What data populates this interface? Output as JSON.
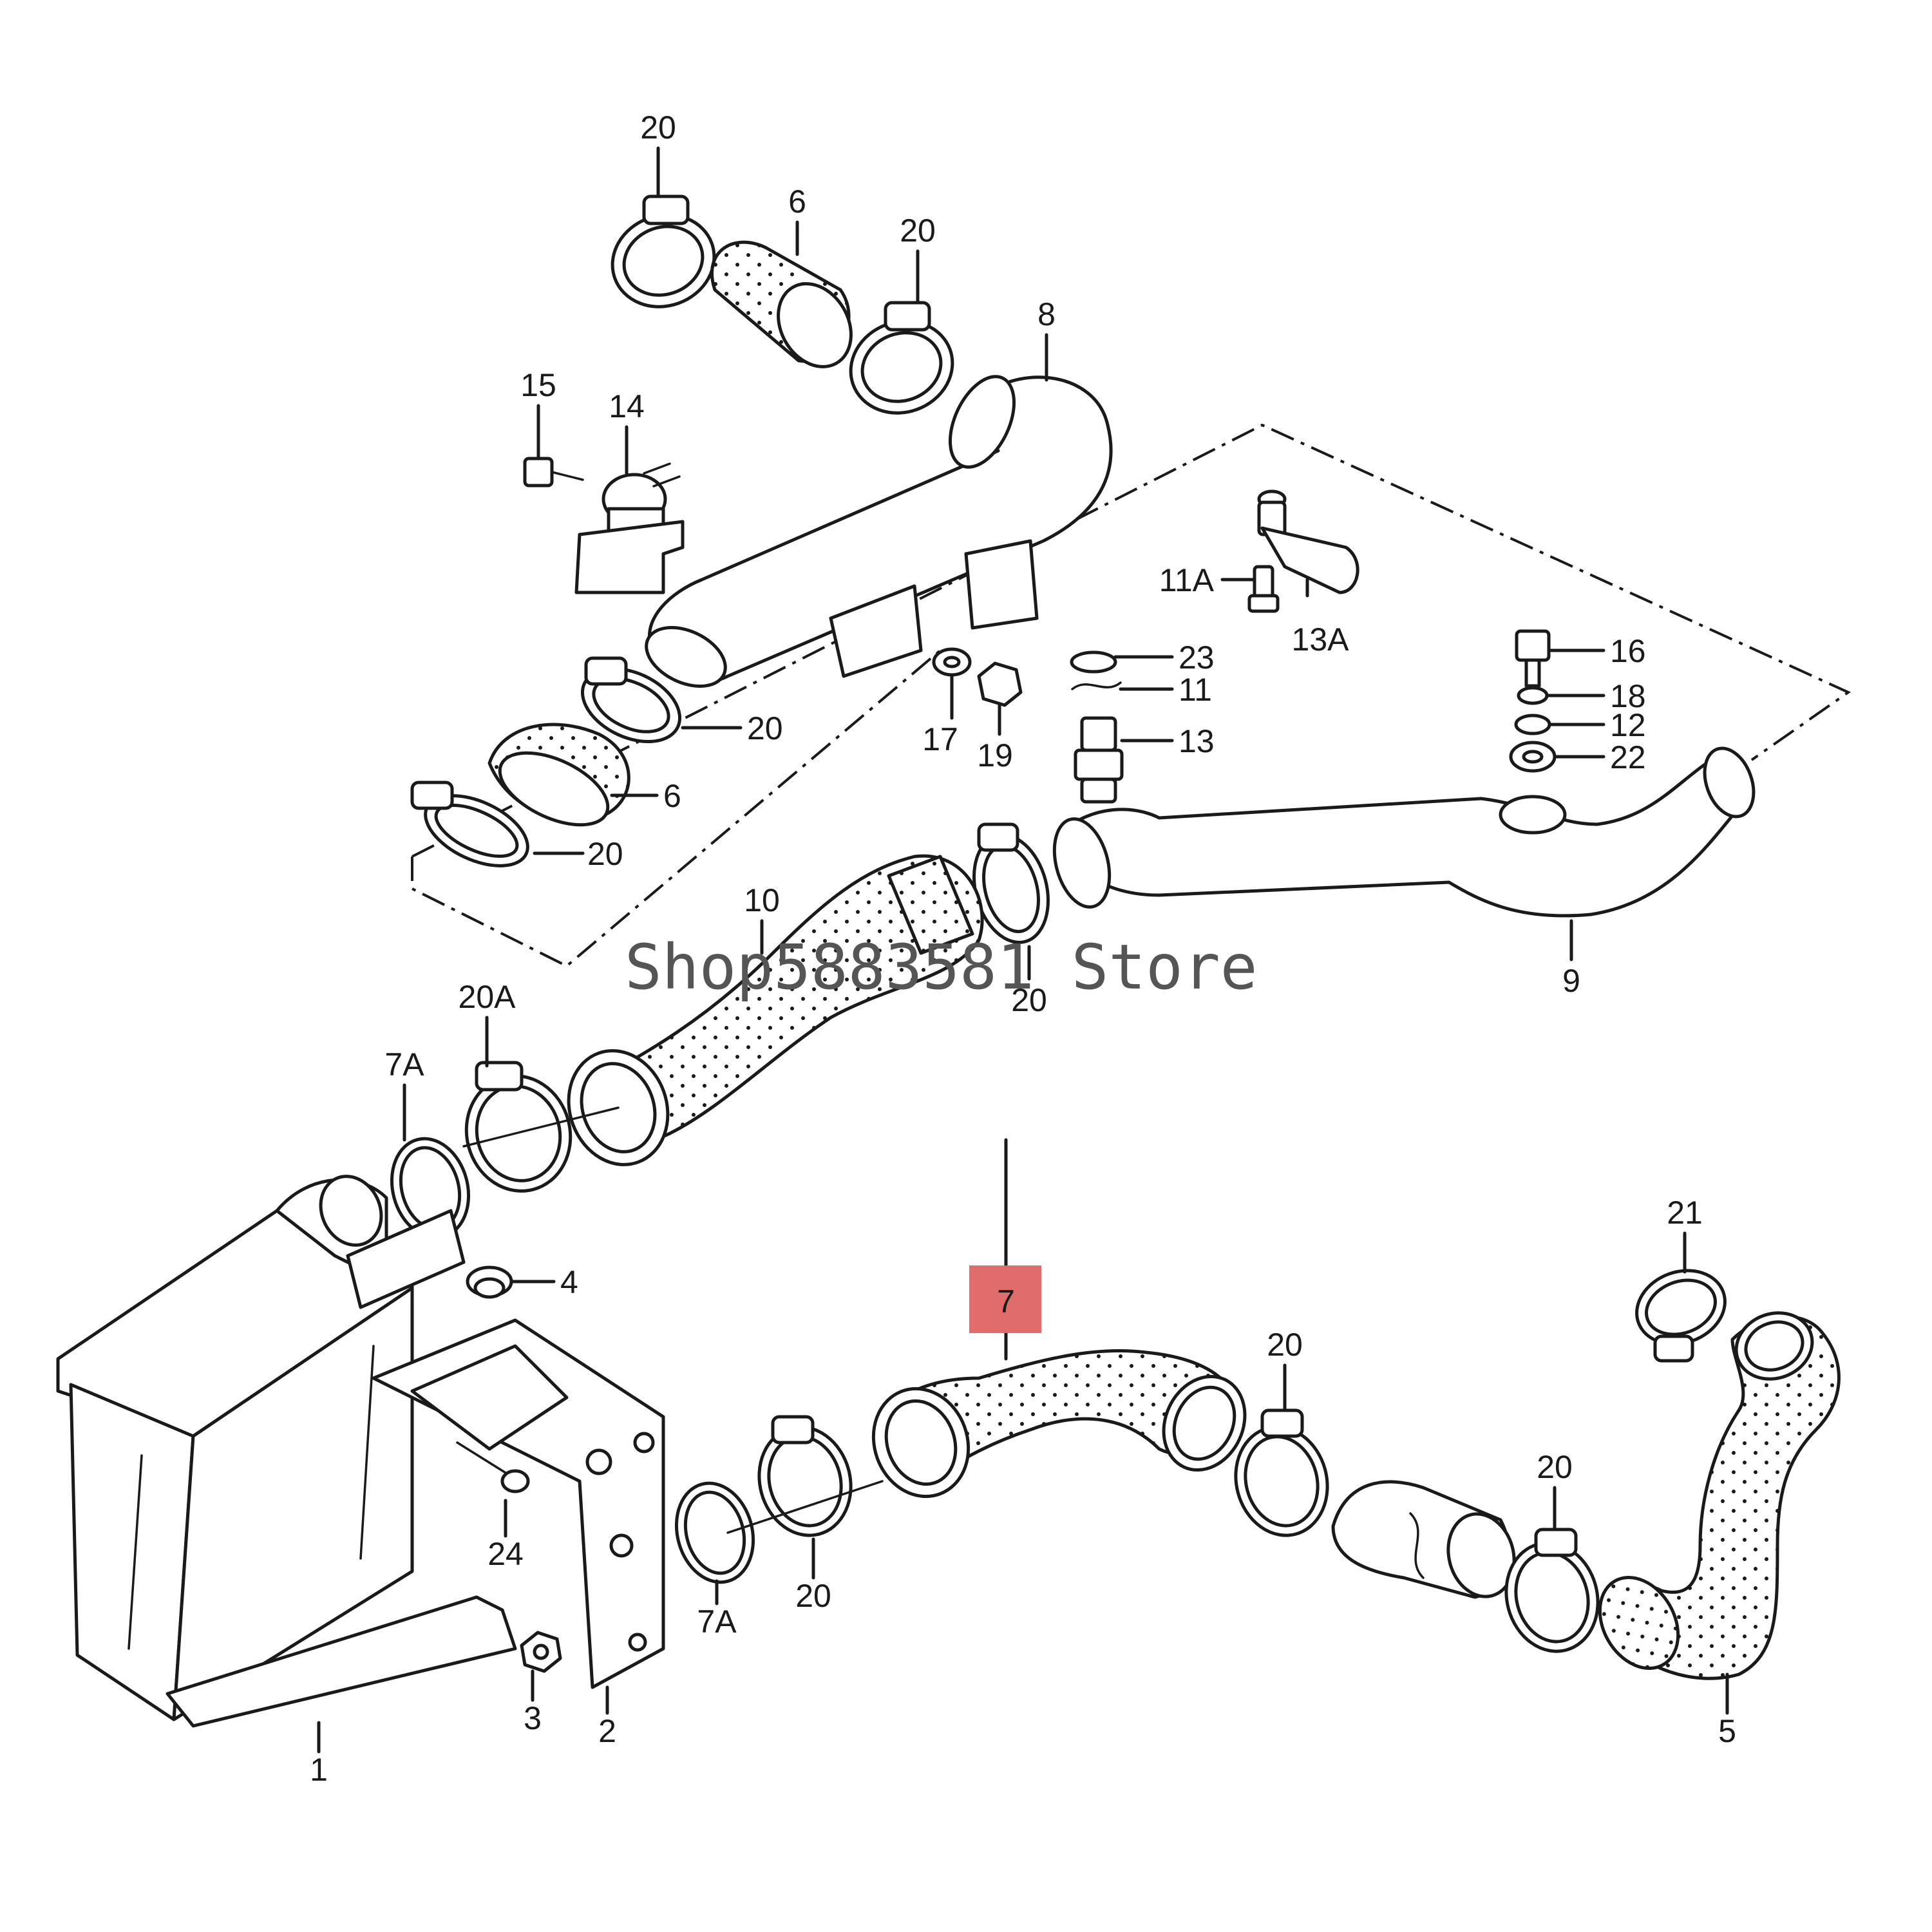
{
  "watermark": "Shop5883581 Store",
  "highlight_color": "#e06c6c",
  "callouts": {
    "c20_top": "20",
    "c6_top": "6",
    "c20_top2": "20",
    "c8": "8",
    "c15": "15",
    "c14": "14",
    "c11A": "11A",
    "c13A": "13A",
    "c23": "23",
    "c11": "11",
    "c13": "13",
    "c17": "17",
    "c19": "19",
    "c20_mid": "20",
    "c6_mid": "6",
    "c20_mid2": "20",
    "c16": "16",
    "c18": "18",
    "c12": "12",
    "c22": "22",
    "c10": "10",
    "c9": "9",
    "c20_hose": "20",
    "c20A": "20A",
    "c7A_top": "7A",
    "c4": "4",
    "c7": "7",
    "c20_r": "20",
    "c21": "21",
    "c20_rr": "20",
    "c24": "24",
    "c7A_bot": "7A",
    "c20_bot": "20",
    "c3": "3",
    "c2": "2",
    "c1": "1",
    "c5": "5"
  }
}
